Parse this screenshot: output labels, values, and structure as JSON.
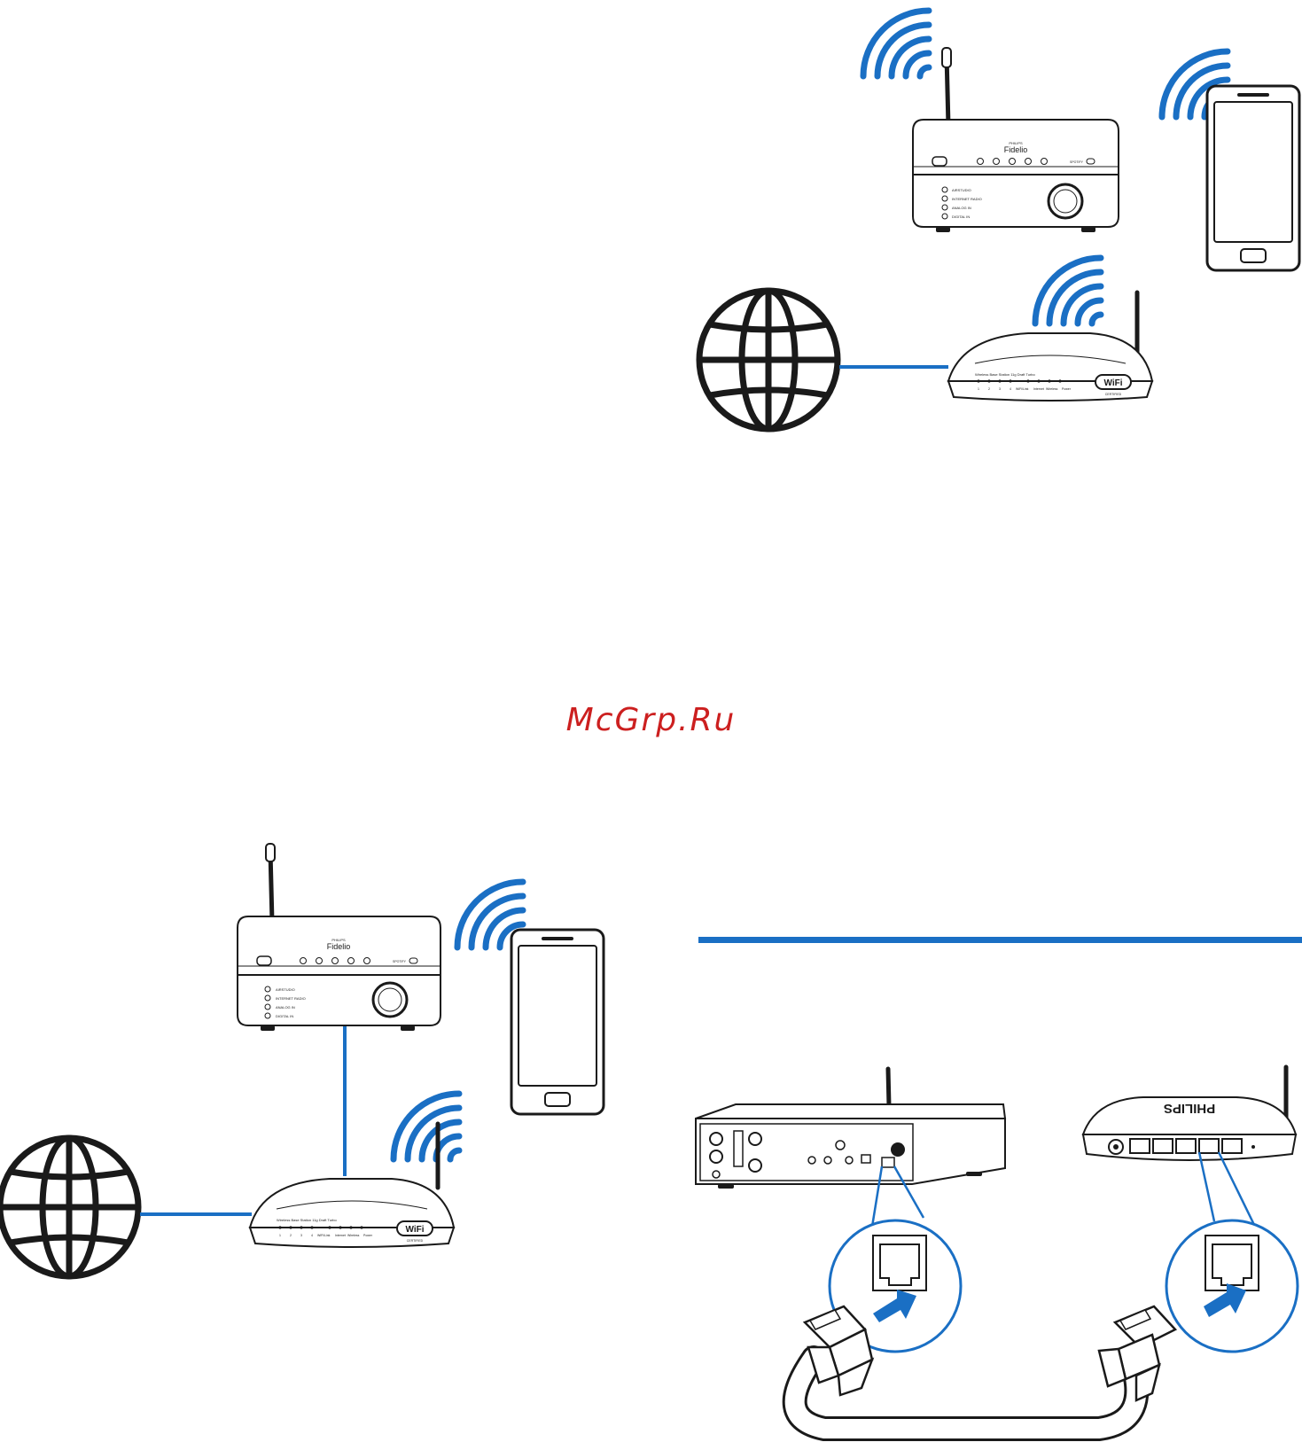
{
  "watermark": "McGrp.Ru",
  "device": {
    "brand_top": "PHILIPS",
    "brand_name": "Fidelio",
    "sources": [
      "AIRSTUDIO",
      "INTERNET RADIO",
      "ANALOG IN",
      "DIGITAL IN"
    ],
    "right_label": "SPOTIFY"
  },
  "router": {
    "title": "Wireless Base Station 11g Draft Turbo",
    "port_numbers": [
      "1",
      "2",
      "3",
      "4"
    ],
    "status_labels": [
      "WiFi/Link",
      "Internet",
      "Wireless",
      "Power"
    ],
    "wifi_logo": "WiFi",
    "wifi_certified": "CERTIFIED",
    "back_brand": "PHILIPS"
  },
  "colors": {
    "accent_blue": "#1a6fc4",
    "line": "#1a1a1a",
    "watermark": "#cc1f1f"
  },
  "icons": [
    "wifi-signal-icon",
    "globe-icon",
    "smartphone-icon",
    "ethernet-plug-icon",
    "ethernet-port-icon",
    "insert-arrow-icon"
  ]
}
